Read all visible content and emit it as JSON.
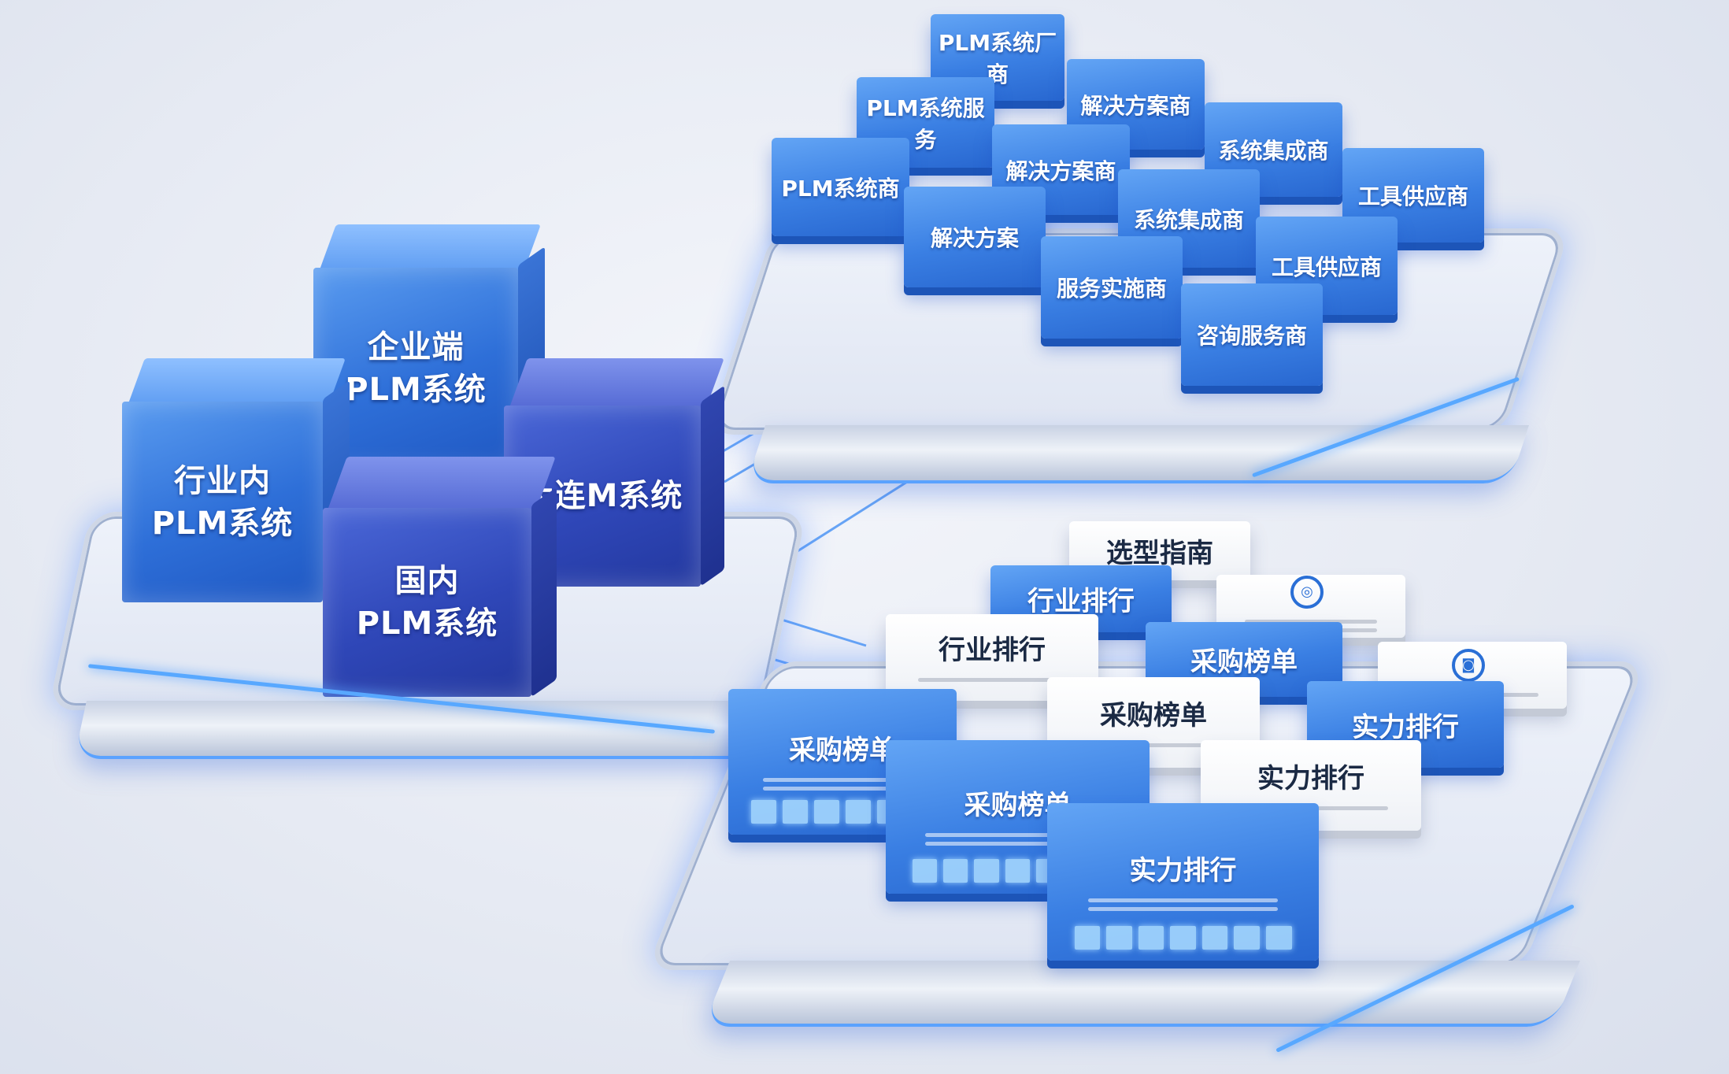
{
  "cubes": [
    {
      "line1": "企业端",
      "line2": "PLM系统"
    },
    {
      "line1": "行业内",
      "line2": "PLM系统"
    },
    {
      "line1": "",
      "line2": "大连M系统"
    },
    {
      "line1": "国内",
      "line2": "PLM系统"
    }
  ],
  "upper_tiles": [
    "PLM系统厂商",
    "解决方案商",
    "PLM系统服务",
    "解决方案商",
    "系统集成商",
    "工具供应商",
    "PLM系统商",
    "解决方案",
    "系统集成商",
    "工具供应商",
    "服务实施商",
    "咨询服务商"
  ],
  "lower_tiles": [
    "选型指南",
    "行业排行",
    "行业排行",
    "采购榜单",
    "采购榜单",
    "实力排行",
    "采购榜单",
    "采购榜单",
    "实力排行",
    "实力排行"
  ],
  "colors": {
    "accent": "#3a7fe3",
    "glow": "#58a8ff",
    "background": "#e6eaf3"
  }
}
